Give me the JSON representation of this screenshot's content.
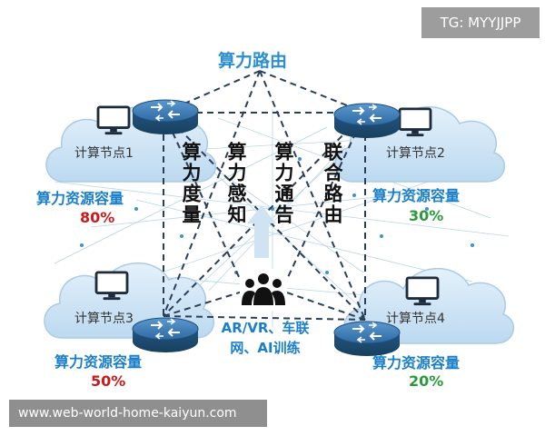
{
  "title": "算力路由",
  "watermark": "TG: MYYJJPP",
  "url_footer": "www.web-world-home-kaiyun.com",
  "nodes": [
    {
      "label": "计算节点1",
      "capacity_label": "算力资源容量",
      "percent": "80%",
      "percent_color": "#cc1a1a"
    },
    {
      "label": "计算节点2",
      "capacity_label": "算力资源容量",
      "percent": "30%",
      "percent_color": "#2a9a3a"
    },
    {
      "label": "计算节点3",
      "capacity_label": "算力资源容量",
      "percent": "50%",
      "percent_color": "#cc1a1a"
    },
    {
      "label": "计算节点4",
      "capacity_label": "算力资源容量",
      "percent": "20%",
      "percent_color": "#2a9a3a"
    }
  ],
  "functions": [
    "算力度量",
    "算力感知",
    "算力通告",
    "联合路由"
  ],
  "users_label_line1": "AR/VR、车联",
  "users_label_line2": "网、AI训练",
  "colors": {
    "accent": "#2b8fd0",
    "cloud": "#cfe4f5",
    "router": "#2f6ea8",
    "dashed": "#2a3f5a"
  },
  "icons": [
    "monitor-icon",
    "router-icon",
    "users-icon"
  ]
}
